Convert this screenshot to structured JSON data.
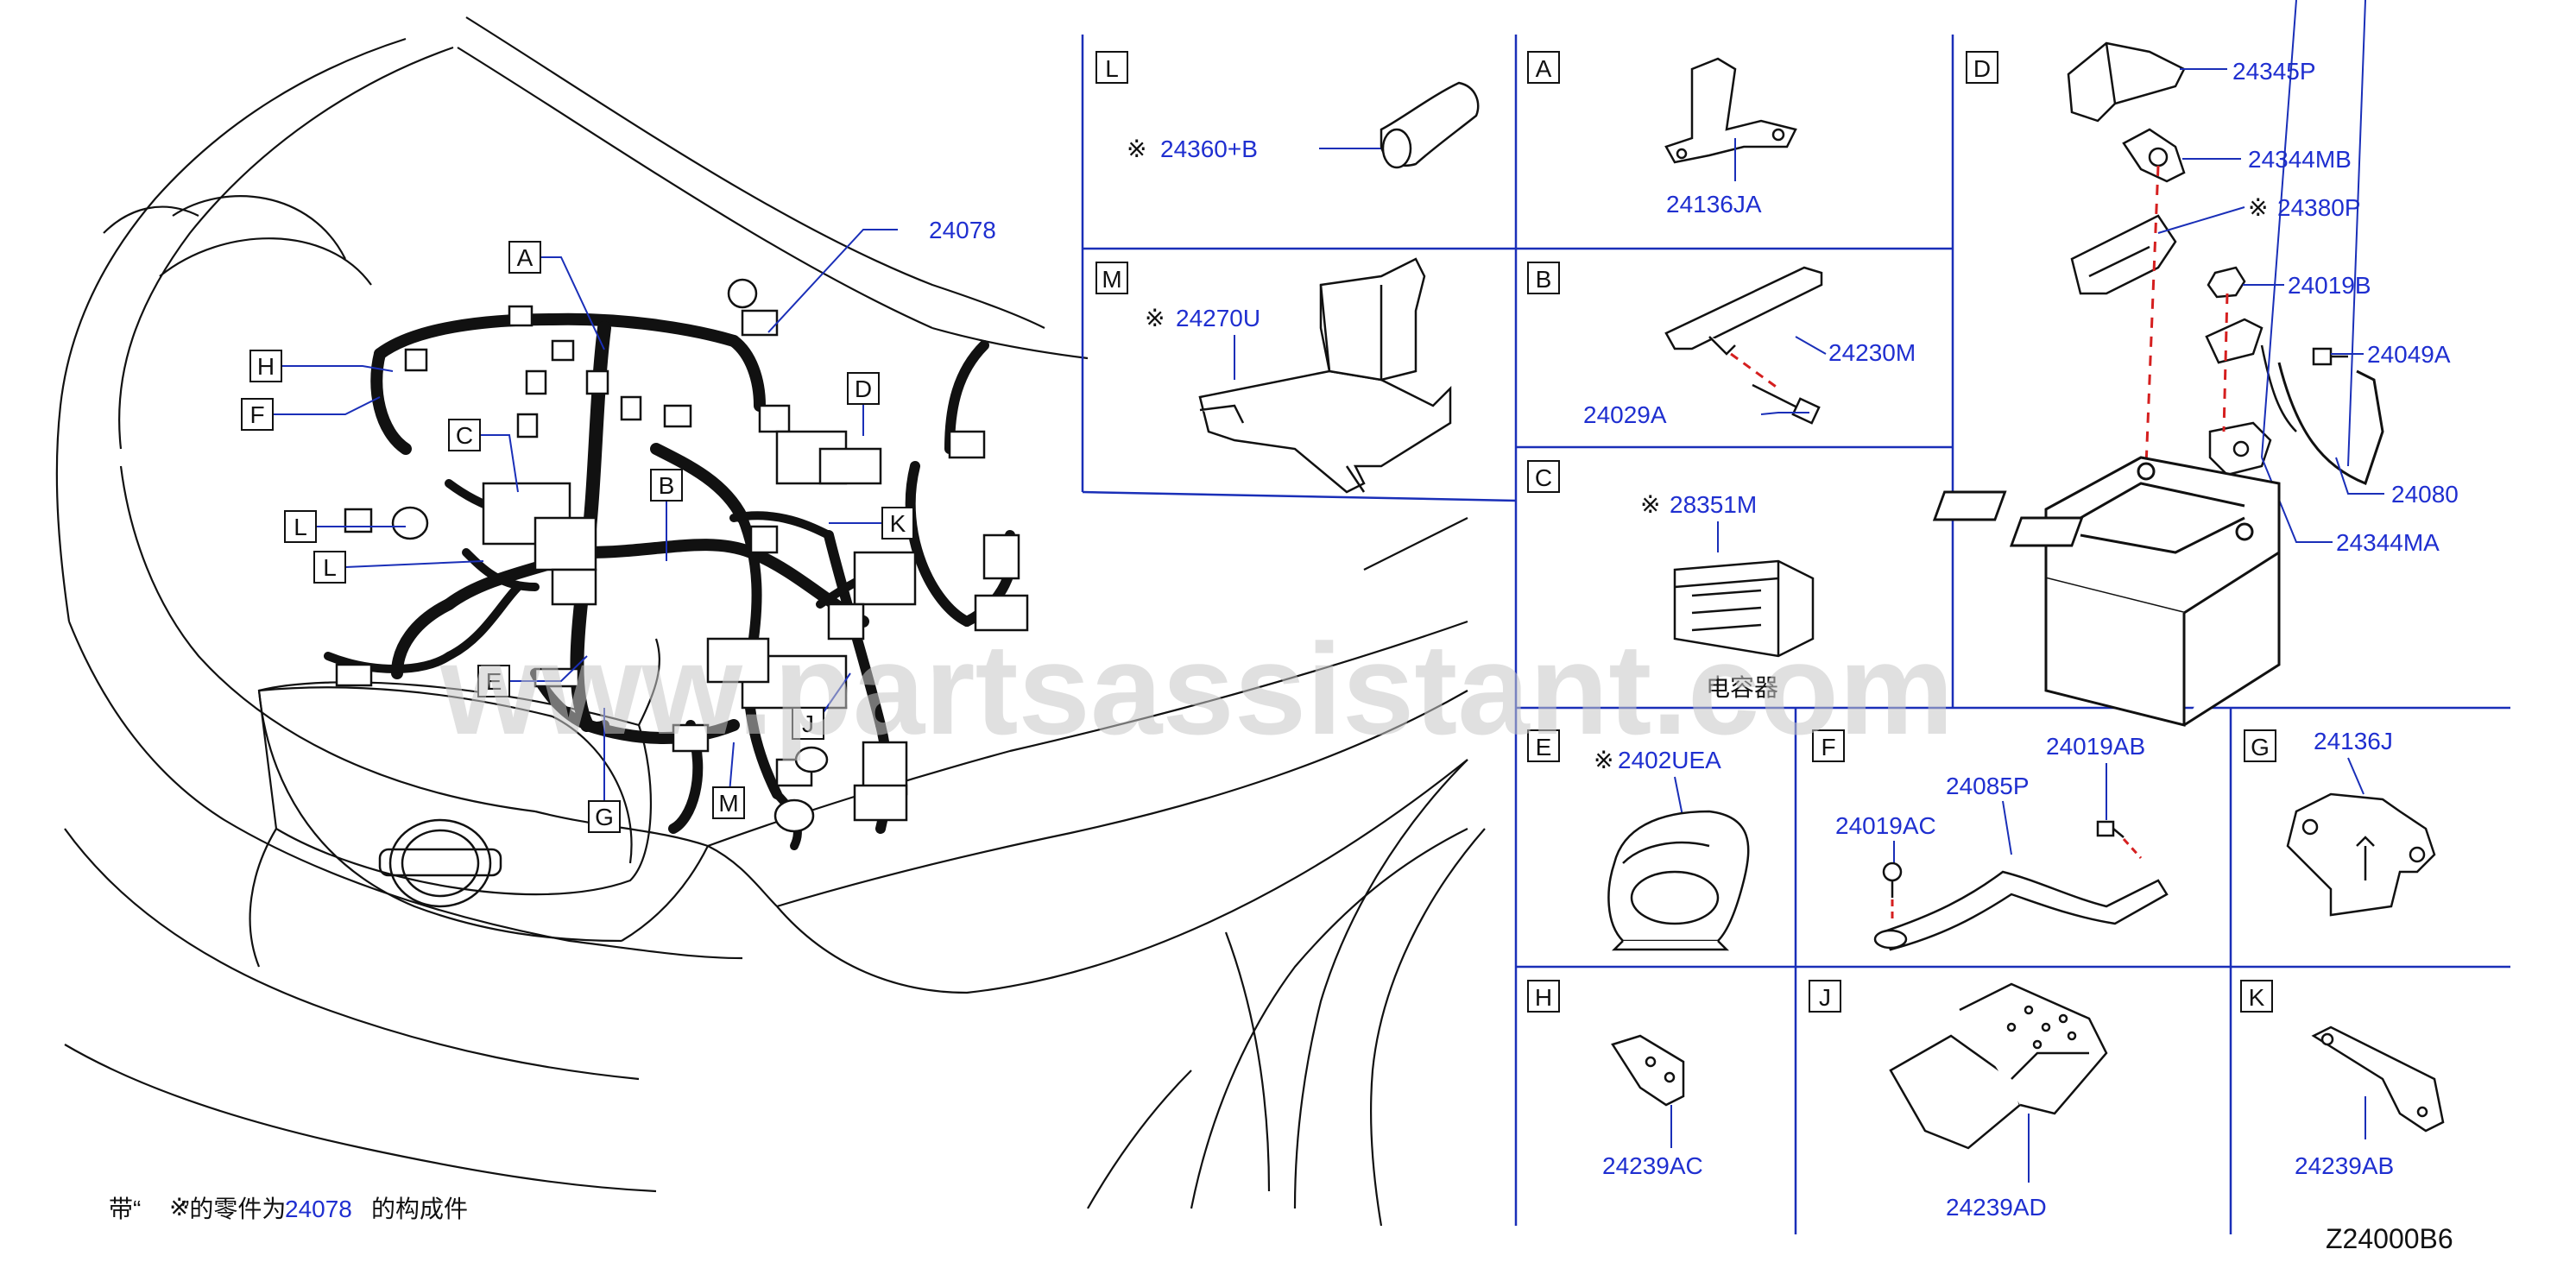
{
  "diagram": {
    "code": "Z24000B6",
    "footnote": {
      "prefix": "带“",
      "mark": "※",
      "middle": "”的零件为",
      "part": "24078",
      "suffix": "的构成件"
    },
    "watermark": "www.partsassistant.com",
    "capacitor_caption": "电容器",
    "overview_tags": [
      "A",
      "H",
      "F",
      "C",
      "L",
      "L",
      "B",
      "D",
      "K",
      "E",
      "J",
      "G",
      "M"
    ],
    "overview_parts": [
      "24078"
    ]
  },
  "panels": {
    "L": {
      "tag": "L",
      "mark": "※",
      "parts": [
        "24360+B"
      ]
    },
    "M": {
      "tag": "M",
      "mark": "※",
      "parts": [
        "24270U"
      ]
    },
    "A": {
      "tag": "A",
      "parts": [
        "24136JA"
      ]
    },
    "B": {
      "tag": "B",
      "parts": [
        "24230M",
        "24029A"
      ]
    },
    "C": {
      "tag": "C",
      "mark": "※",
      "parts": [
        "28351M"
      ]
    },
    "D": {
      "tag": "D",
      "mark": "※",
      "parts": [
        "24345P",
        "24344MB",
        "24380P",
        "24019B",
        "24049A",
        "24080",
        "24344MA"
      ]
    },
    "E": {
      "tag": "E",
      "mark": "※",
      "parts": [
        "2402UEA"
      ]
    },
    "F": {
      "tag": "F",
      "parts": [
        "24085P",
        "24019AB",
        "24019AC"
      ]
    },
    "G": {
      "tag": "G",
      "parts": [
        "24136J"
      ]
    },
    "H": {
      "tag": "H",
      "parts": [
        "24239AC"
      ]
    },
    "J": {
      "tag": "J",
      "parts": [
        "24239AD"
      ]
    },
    "K": {
      "tag": "K",
      "parts": [
        "24239AB"
      ]
    }
  }
}
